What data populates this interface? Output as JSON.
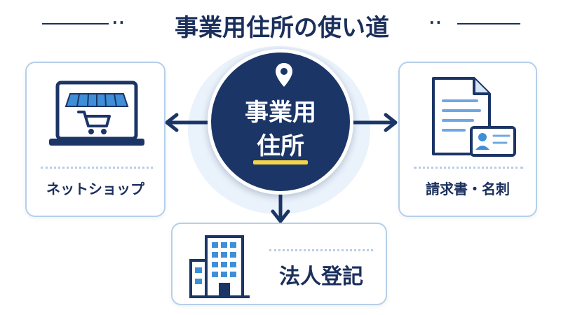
{
  "title": {
    "text": "事業用住所の使い道",
    "left_dots": "··",
    "right_dots": "··"
  },
  "center": {
    "line1": "事業用",
    "line2": "住所",
    "icon": "map-pin-icon"
  },
  "cards": {
    "shop": {
      "label": "ネットショップ",
      "icon": "laptop-shop-icon"
    },
    "invoice": {
      "label": "請求書・名刺",
      "icon": "document-card-icon"
    },
    "corp": {
      "label": "法人登記",
      "icon": "building-icon"
    }
  },
  "colors": {
    "navy": "#1b3566",
    "accent_blue": "#3f8fd8",
    "highlight_yellow": "#fbe27a",
    "card_border": "#b5cfea"
  }
}
